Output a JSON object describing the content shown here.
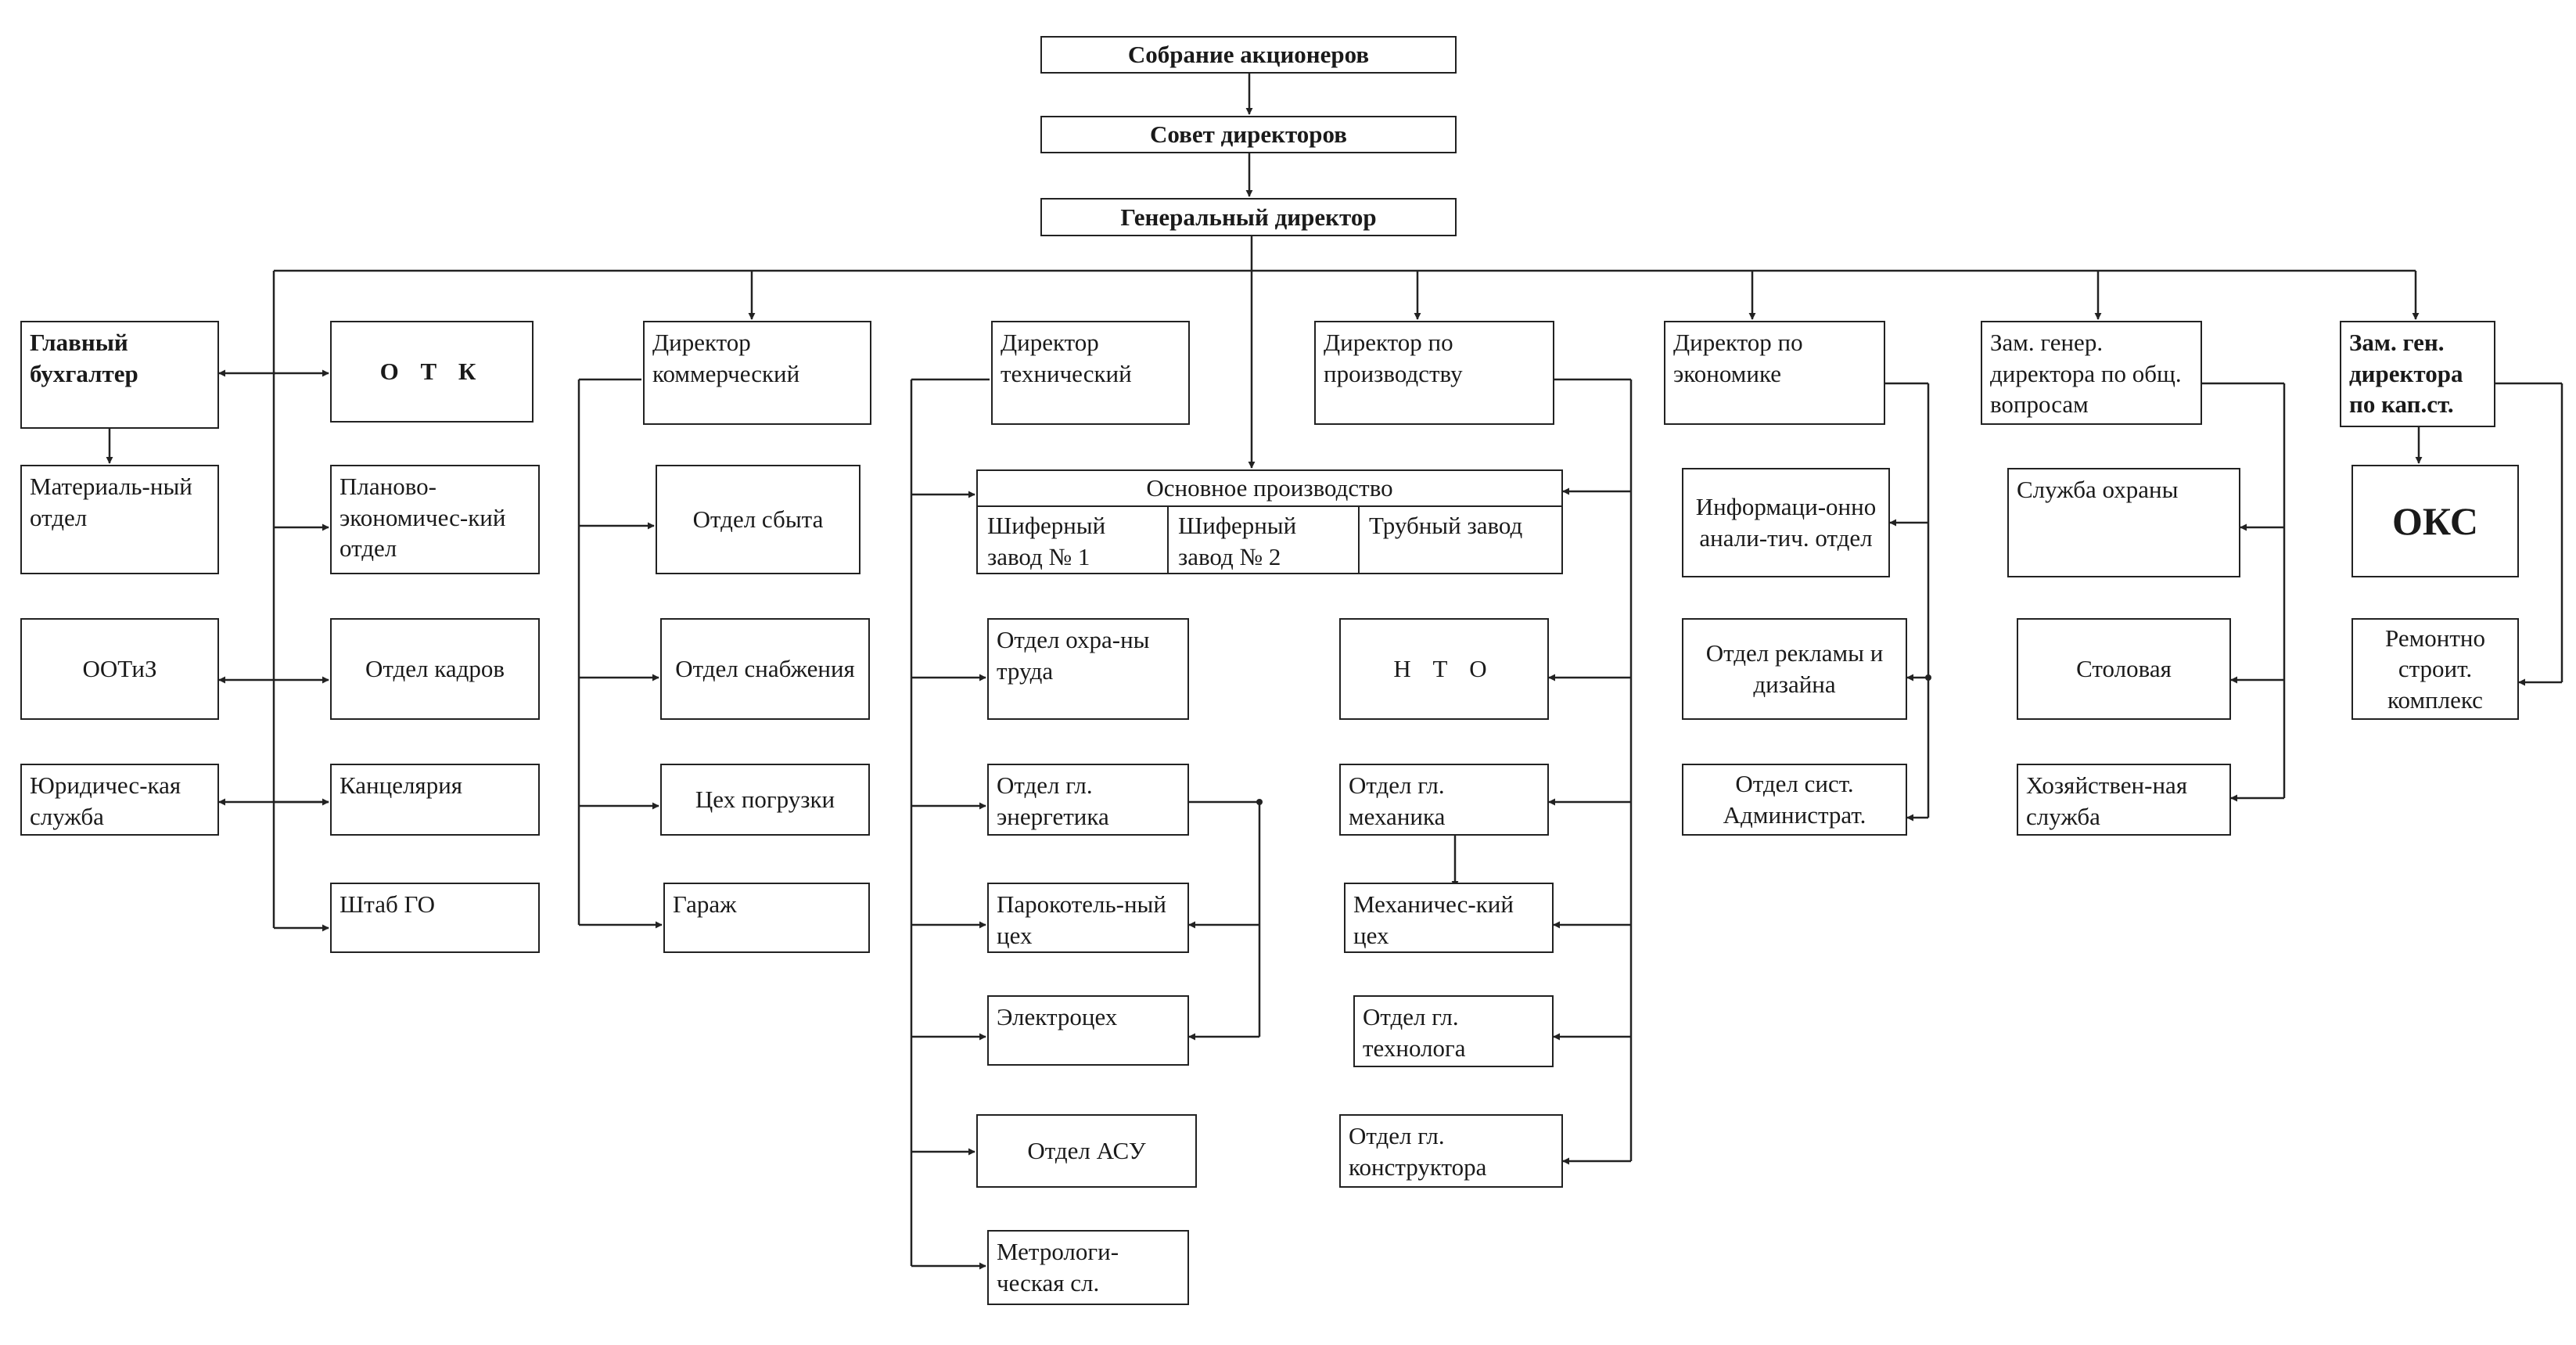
{
  "nodes": {
    "shareholders": "Собрание акционеров",
    "board": "Совет директоров",
    "general_director": "Генеральный директор",
    "chief_accountant": "Главный бухгалтер",
    "otk": "О Т К",
    "commercial_director": "Директор коммерческий",
    "technical_director": "Директор технический",
    "production_director": "Директор по производству",
    "economics_director": "Директор по экономике",
    "deputy_general": "Зам. генер. директора по общ. вопросам",
    "deputy_capital": "Зам. ген. директора по кап.ст.",
    "material_dept": "Материаль-ный отдел",
    "planning_dept": "Планово-экономичес-кий отдел",
    "sales_dept": "Отдел сбыта",
    "main_production": "Основное производство",
    "slate_plant_1": "Шиферный завод № 1",
    "slate_plant_2": "Шиферный завод № 2",
    "pipe_plant": "Трубный завод",
    "info_dept": "Информаци-онно анали-тич. отдел",
    "security_service": "Служба охраны",
    "oks": "ОКС",
    "ootiz": "ООТиЗ",
    "hr_dept": "Отдел кадров",
    "supply_dept": "Отдел снабжения",
    "labor_safety": "Отдел охра-ны труда",
    "nto": "Н Т О",
    "advertising_dept": "Отдел рекламы и дизайна",
    "canteen": "Столовая",
    "repair_complex": "Ремонтно строит. комплекс",
    "legal_service": "Юридичес-кая служба",
    "chancellery": "Канцелярия",
    "loading_shop": "Цех погрузки",
    "chief_power_dept": "Отдел гл. энергетика",
    "chief_mechanic_dept": "Отдел гл. механика",
    "sysadmin_dept": "Отдел сист. Администрат.",
    "household_service": "Хозяйствен-ная служба",
    "civil_defense": "Штаб ГО",
    "garage": "Гараж",
    "boiler_shop": "Парокотель-ный цех",
    "mechanical_shop": "Механичес-кий цех",
    "electric_shop": "Электроцех",
    "chief_technologist_dept": "Отдел гл. технолога",
    "asu_dept": "Отдел АСУ",
    "chief_designer_dept": "Отдел гл. конструктора",
    "metrology_service": "Метрологи-ческая сл."
  }
}
